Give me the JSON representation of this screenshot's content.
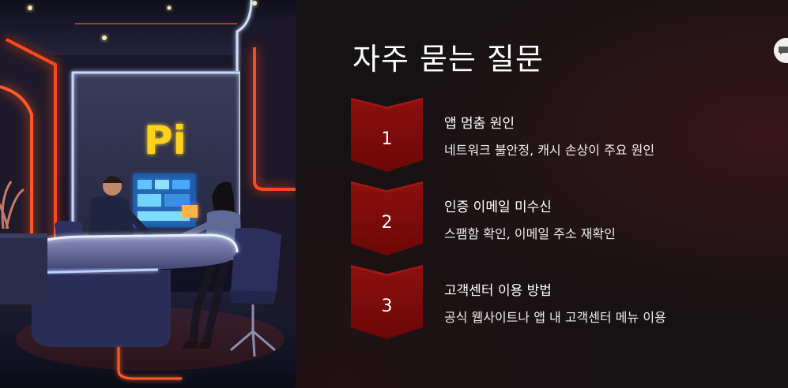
{
  "title": "자주 묻는 질문",
  "scene": {
    "logo_text": "Pi",
    "icon": "office-scene-illustration"
  },
  "faq": [
    {
      "number": "1",
      "question": "앱 멈춤 원인",
      "answer": "네트워크 불안정, 캐시 손상이 주요 원인"
    },
    {
      "number": "2",
      "question": "인증 이메일 미수신",
      "answer": "스팸함 확인, 이메일 주소 재확인"
    },
    {
      "number": "3",
      "question": "고객센터 이용 방법",
      "answer": "공식 웹사이트나 앱 내 고객센터 메뉴 이용"
    }
  ],
  "colors": {
    "accent_red": "#8d1010",
    "neon_orange": "#ff4a1c",
    "neon_blue": "#a9c6ff",
    "background": "#151213"
  },
  "corner_button_icon": "chat-bubble-icon"
}
